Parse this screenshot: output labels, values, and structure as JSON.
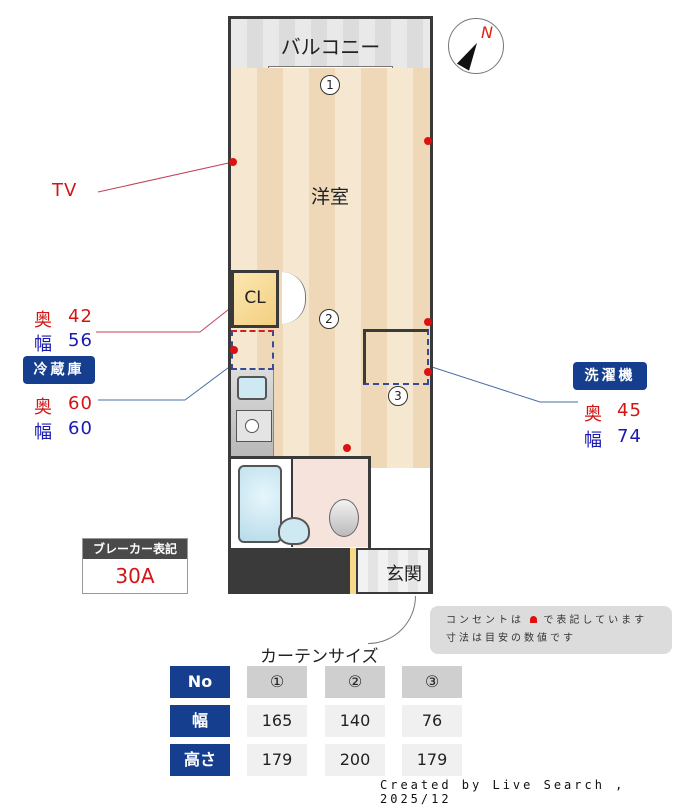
{
  "floorplan": {
    "rooms": {
      "balcony": "バルコニー",
      "western_room": "洋室",
      "closet": "CL",
      "entrance": "玄関"
    },
    "curtain_markers": [
      "1",
      "2",
      "3"
    ],
    "compass_label": "N"
  },
  "annotations": {
    "tv": "TV",
    "fridge": {
      "badge": "冷蔵庫",
      "upper": {
        "depth_label": "奥",
        "depth": "42",
        "width_label": "幅",
        "width": "56"
      },
      "lower": {
        "depth_label": "奥",
        "depth": "60",
        "width_label": "幅",
        "width": "60"
      }
    },
    "washer": {
      "badge": "洗濯機",
      "depth_label": "奥",
      "depth": "45",
      "width_label": "幅",
      "width": "74"
    }
  },
  "breaker": {
    "title": "ブレーカー表記",
    "value": "30A"
  },
  "note": {
    "line1_pre": "コンセントは",
    "line1_post": "で表記しています",
    "line2": "寸法は目安の数値です"
  },
  "curtain_table": {
    "title": "カーテンサイズ",
    "headers": [
      "No",
      "幅",
      "高さ"
    ],
    "numbers": [
      "①",
      "②",
      "③"
    ],
    "widths": [
      "165",
      "140",
      "76"
    ],
    "heights": [
      "179",
      "200",
      "179"
    ]
  },
  "colors": {
    "accent_blue": "#153f8e",
    "label_red": "#d21515",
    "label_blue": "#1a1ab0",
    "outlet_red": "#dd1111"
  },
  "credit": "Created by Live Search , 2025/12"
}
